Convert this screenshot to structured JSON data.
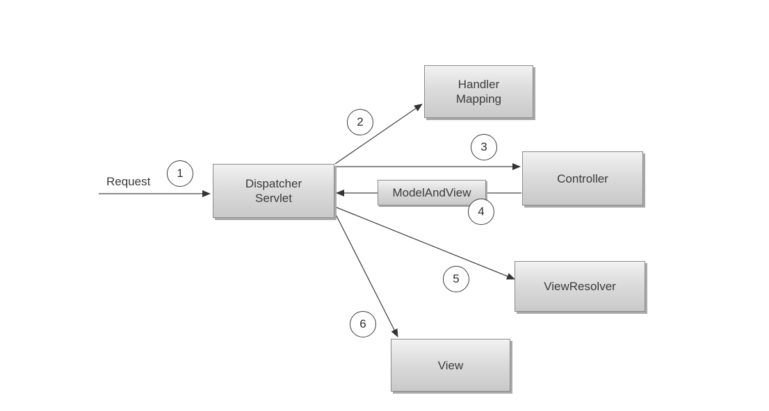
{
  "nodes": {
    "dispatcher": "Dispatcher\nServlet",
    "handler_mapping": "Handler\nMapping",
    "controller": "Controller",
    "model_and_view": "ModelAndView",
    "view_resolver": "ViewResolver",
    "view": "View"
  },
  "labels": {
    "request": "Request"
  },
  "steps": [
    "1",
    "2",
    "3",
    "4",
    "5",
    "6"
  ]
}
